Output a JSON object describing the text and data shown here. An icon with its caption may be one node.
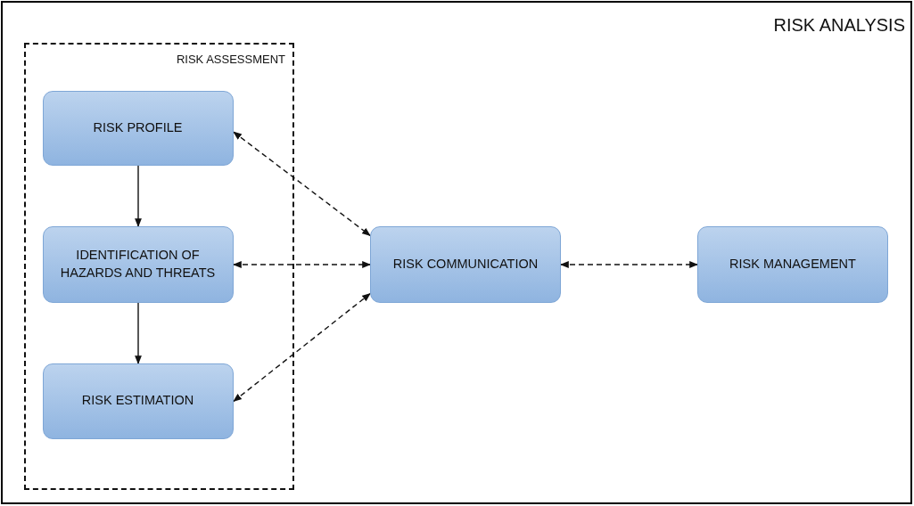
{
  "diagram": {
    "nodes": [
      {
        "text": [
          "RISK ANALYSIS"
        ]
      },
      {
        "text": [
          "RISK ASSESSMENT"
        ],
        "in": 0
      },
      {
        "text": [
          "RISK PROFILE"
        ],
        "in": 1
      },
      {
        "text": [
          "IDENTIFICATION OF HAZARDS AND THREATS"
        ],
        "in": 1
      },
      {
        "text": [
          "RISK ESTIMATION"
        ],
        "in": 1
      },
      {
        "text": [
          "RISK COMMUNICATION"
        ],
        "in": 0
      },
      {
        "text": [
          "RISK MANAGEMENT"
        ],
        "in": 0
      }
    ],
    "edges": [
      {
        "from": 2,
        "to": 3,
        "arrow": "to"
      },
      {
        "from": 3,
        "to": 4,
        "arrow": "to"
      },
      {
        "from": 2,
        "to": 5,
        "arrow": "both",
        "style": "dashed"
      },
      {
        "from": 3,
        "to": 5,
        "arrow": "both",
        "style": "dashed"
      },
      {
        "from": 4,
        "to": 5,
        "arrow": "both",
        "style": "dashed"
      },
      {
        "from": 5,
        "to": 6,
        "arrow": "both",
        "style": "dashed"
      }
    ]
  }
}
